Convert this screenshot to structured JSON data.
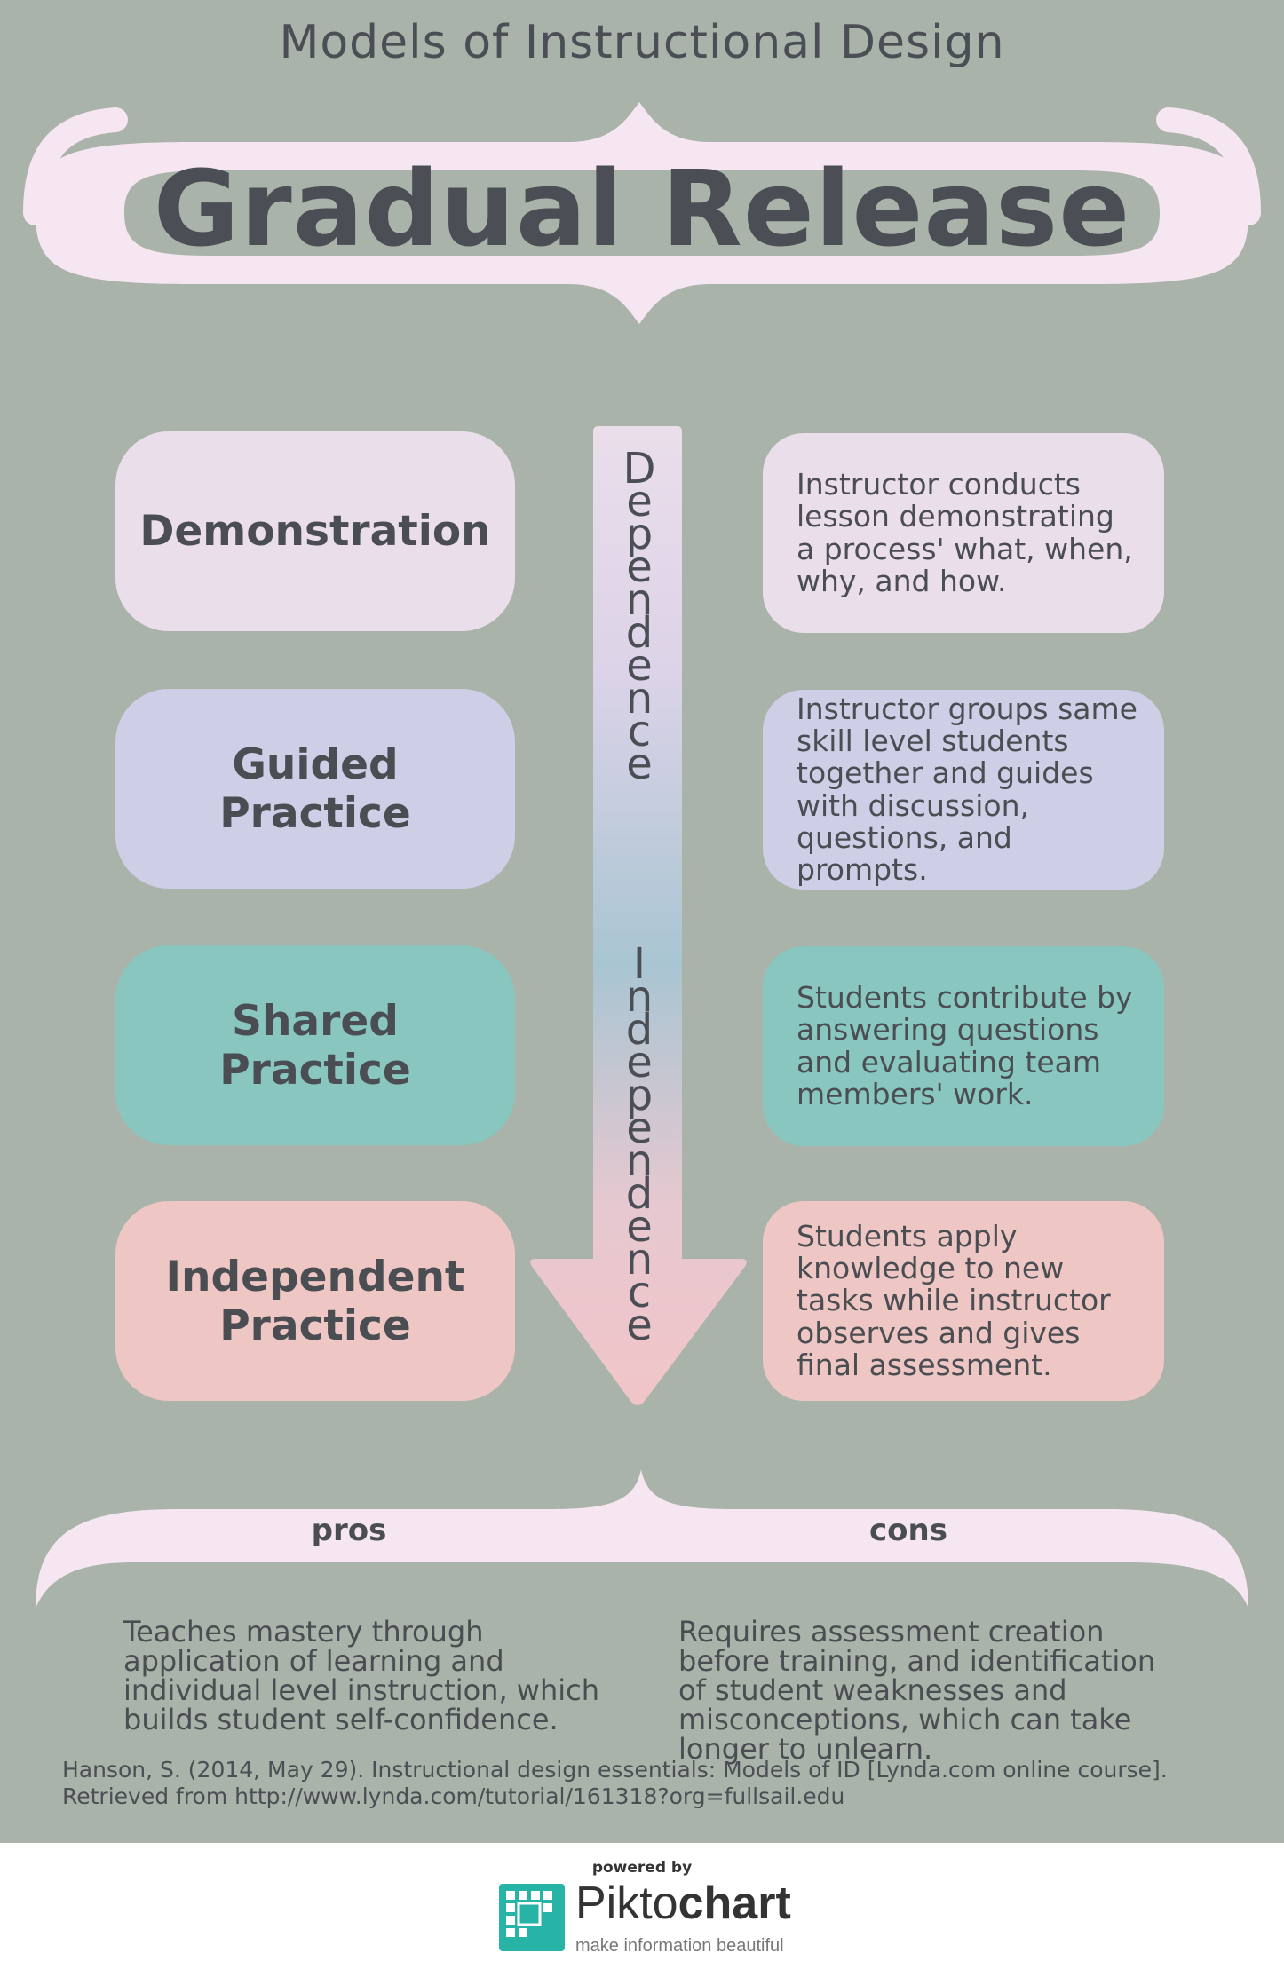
{
  "header": {
    "subtitle": "Models of Instructional Design",
    "title": "Gradual Release"
  },
  "arrow": {
    "top_word": "Dependence",
    "bottom_word": "Independence"
  },
  "stages": [
    {
      "label": "Demonstration",
      "description": "Instructor conducts lesson demonstrating a process' what, when, why, and how.",
      "color": "#eadeea"
    },
    {
      "label": "Guided\nPractice",
      "description": "Instructor groups same skill level students together and guides with discussion, questions, and prompts.",
      "color": "#cecfe6"
    },
    {
      "label": "Shared\nPractice",
      "description": "Students contribute by answering questions and evaluating team members' work.",
      "color": "#88c6bf"
    },
    {
      "label": "Independent\nPractice",
      "description": "Students apply knowledge to new tasks while instructor observes and gives final assessment.",
      "color": "#eec6c4"
    }
  ],
  "pros": {
    "label": "pros",
    "text": "Teaches mastery through application of learning and individual level instruction, which builds student self-confidence."
  },
  "cons": {
    "label": "cons",
    "text": "Requires assessment creation before training, and identification of student weaknesses and misconceptions, which can take longer to unlearn."
  },
  "citation": "Hanson, S. (2014, May 29). Instructional design essentials: Models of ID   [Lynda.com online course]. Retrieved from http://www.lynda.com/tutorial/161318?org=fullsail.edu",
  "footer": {
    "powered_by": "powered by",
    "brand_light": "Pikto",
    "brand_bold": "chart",
    "tagline": "make information beautiful"
  },
  "colors": {
    "background": "#aab3a9",
    "brace": "#f5e6f1",
    "text": "#4b4e54",
    "logo_teal": "#28b3a7"
  }
}
